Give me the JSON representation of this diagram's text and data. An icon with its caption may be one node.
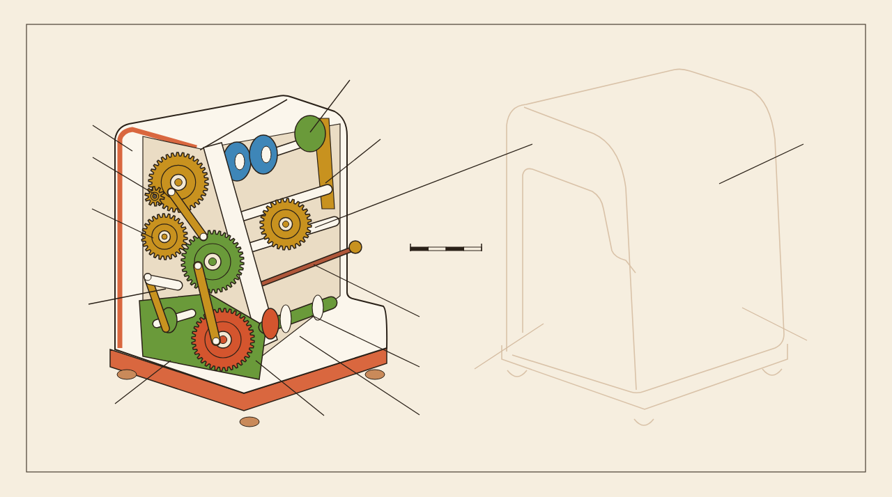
{
  "diagram": {
    "nodes": [
      {
        "text": [],
        "shape": "picture"
      },
      {
        "text": [],
        "shape": "picture"
      }
    ],
    "edges": [
      {
        "from": null,
        "to": 0,
        "arrow": "none"
      },
      {
        "from": null,
        "to": 0,
        "arrow": "none"
      },
      {
        "from": null,
        "to": 0,
        "arrow": "none"
      },
      {
        "from": null,
        "to": 0,
        "arrow": "none"
      },
      {
        "from": null,
        "to": 0,
        "arrow": "none"
      },
      {
        "from": null,
        "to": 0,
        "arrow": "none"
      },
      {
        "from": null,
        "to": 0,
        "arrow": "none"
      },
      {
        "from": 1,
        "to": 0,
        "arrow": "none"
      },
      {
        "from": null,
        "to": 0,
        "arrow": "none"
      },
      {
        "from": null,
        "to": 0,
        "arrow": "none"
      },
      {
        "from": null,
        "to": 0,
        "arrow": "none"
      },
      {
        "from": null,
        "to": 0,
        "arrow": "none"
      },
      {
        "from": null,
        "to": 1,
        "arrow": "none"
      },
      {
        "from": null,
        "to": 1,
        "arrow": "none",
        "color": "#d4bba0"
      },
      {
        "from": null,
        "to": 1,
        "arrow": "none",
        "color": "#d4bba0"
      }
    ]
  }
}
